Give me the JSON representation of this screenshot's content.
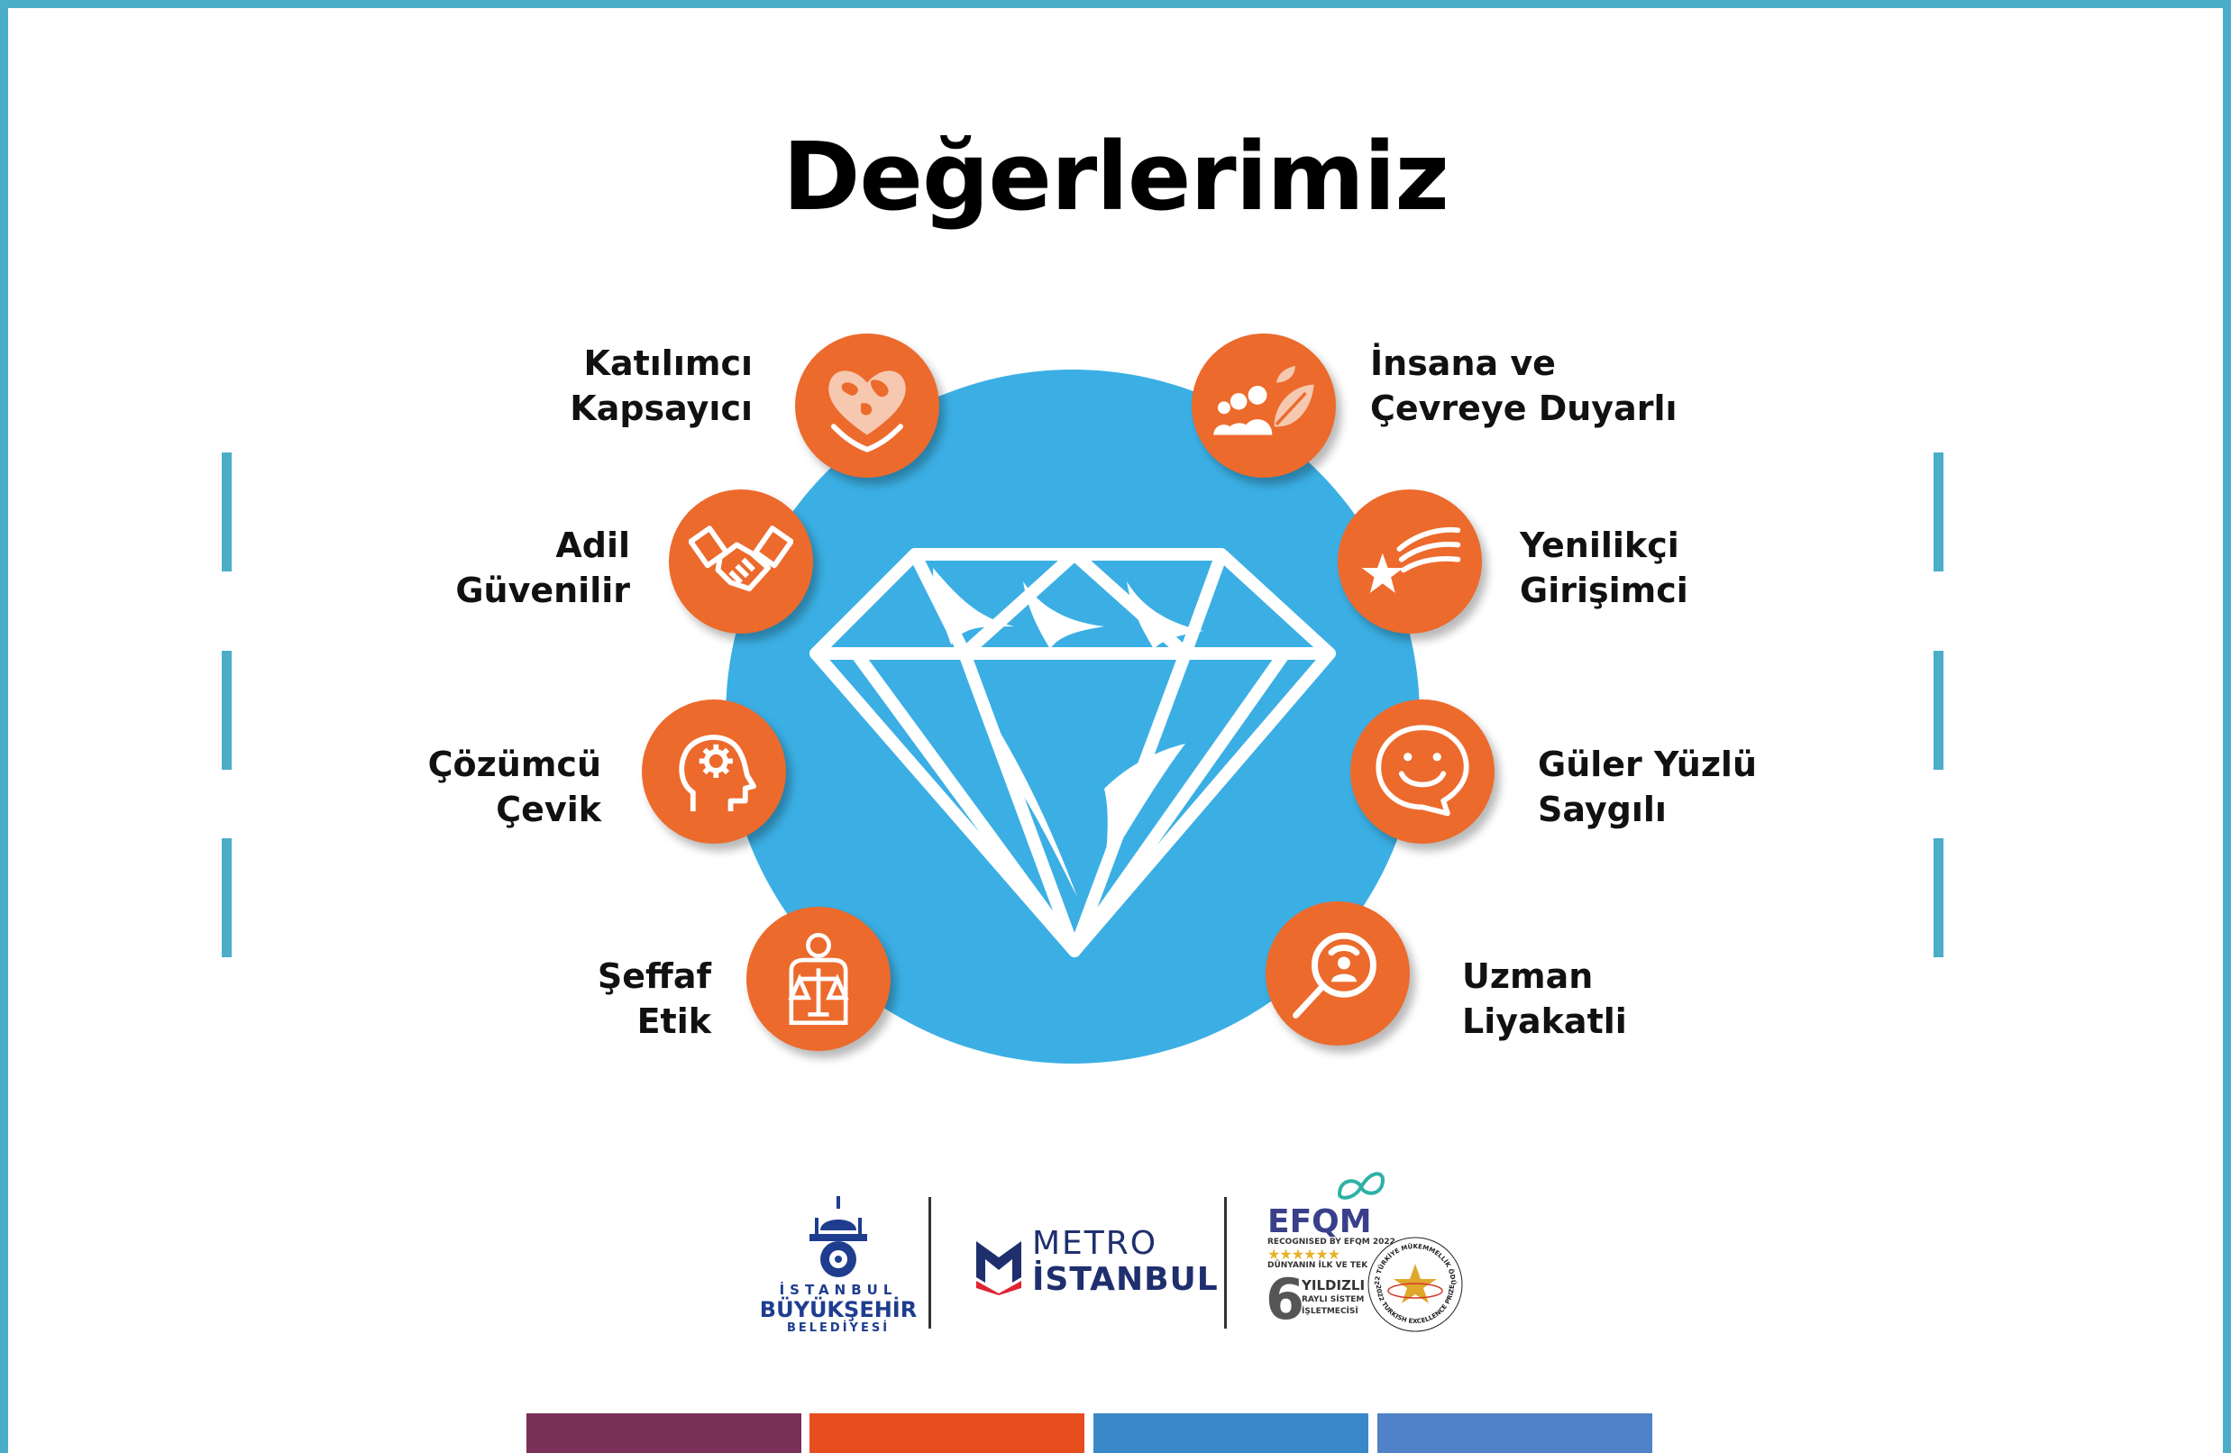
{
  "title": "Değerlerimiz",
  "values_left": [
    {
      "id": "participatory",
      "line1": "Katılımcı",
      "line2": "Kapsayıcı",
      "icon": "heart-world-hands-icon"
    },
    {
      "id": "fair",
      "line1": "Adil",
      "line2": "Güvenilir",
      "icon": "handshake-icon"
    },
    {
      "id": "solution",
      "line1": "Çözümcü",
      "line2": "Çevik",
      "icon": "head-gear-icon"
    },
    {
      "id": "transparent",
      "line1": "Şeffaf",
      "line2": "Etik",
      "icon": "scales-person-icon"
    }
  ],
  "values_right": [
    {
      "id": "human",
      "line1": "İnsana ve",
      "line2": "Çevreye Duyarlı",
      "icon": "people-leaf-icon"
    },
    {
      "id": "innovative",
      "line1": "Yenilikçi",
      "line2": "Girişimci",
      "icon": "shooting-star-icon"
    },
    {
      "id": "smiling",
      "line1": "Güler Yüzlü",
      "line2": "Saygılı",
      "icon": "smiley-speech-icon"
    },
    {
      "id": "expert",
      "line1": "Uzman",
      "line2": "Liyakatli",
      "icon": "magnifier-person-icon"
    }
  ],
  "logos": {
    "ibb": {
      "line1": "İSTANBUL",
      "line2": "BÜYÜKŞEHİR",
      "line3": "BELEDİYESİ"
    },
    "metro": {
      "line1": "METRO",
      "line2": "İSTANBUL"
    },
    "efqm": {
      "title": "EFQM",
      "recognised": "RECOGNISED BY EFQM 2022",
      "line1": "DÜNYANIN İLK VE TEK",
      "six": "6",
      "yildizli": "YILDIZLI",
      "line2": "RAYLI SİSTEM",
      "line3": "İŞLETMECİSİ",
      "award_top": "• 2022 TÜRKİYE MÜKEMMELLİK ÖDÜLÜ •",
      "award_bottom": "• 2022 TURKISH EXCELLENCE PRIZE •"
    }
  },
  "colors": {
    "frame": "#4aaec9",
    "circle": "#3bafe4",
    "icon_bg": "#ec6a2c",
    "strip": [
      "#7a3057",
      "#e64e1f",
      "#3b88c8",
      "#4f82c6"
    ]
  }
}
